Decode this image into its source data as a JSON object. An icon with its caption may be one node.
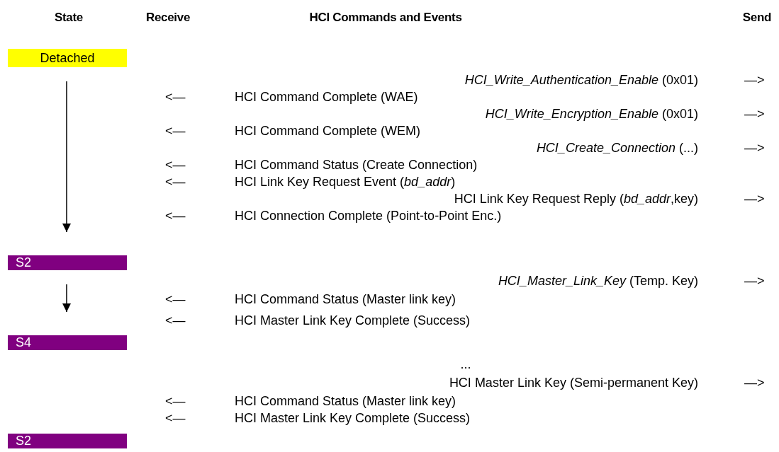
{
  "diagram": {
    "nodes": [
      {
        "text": [
          "Detached"
        ]
      },
      {
        "text": [
          "S2"
        ]
      },
      {
        "text": [
          "S4"
        ]
      },
      {
        "text": [
          "S2"
        ]
      }
    ],
    "edges": [
      {
        "from": 0,
        "to": 1,
        "arrow": "to"
      },
      {
        "from": 1,
        "to": 2,
        "arrow": "to"
      }
    ],
    "labels": [
      "State",
      "Receive",
      "HCI Commands and Events",
      "Send",
      "*HCI_Write_Authentication_Enable* (0x01)",
      "—>",
      "<—",
      "HCI Command Complete (WAE)",
      "*HCI_Write_Encryption_Enable* (0x01)",
      "—>",
      "<—",
      "HCI Command Complete (WEM)",
      "*HCI_Create_Connection* (...)",
      "—>",
      "<—",
      "HCI Command Status (Create Connection)",
      "<—",
      "HCI Link Key Request Event (*bd_addr*)",
      "HCI Link Key Request Reply (*bd_addr*,key)",
      "—>",
      "<—",
      "HCI Connection Complete (Point-to-Point Enc.)",
      "*HCI_Master_Link_Key* (Temp. Key)",
      "—>",
      "<—",
      "HCI Command Status (Master link key)",
      "<—",
      "HCI Master Link Key Complete (Success)",
      "...",
      "HCI Master Link Key (Semi-permanent Key)",
      "—>",
      "<—",
      "HCI Command Status (Master link key)",
      "<—",
      "HCI Master Link Key Complete (Success)"
    ]
  }
}
